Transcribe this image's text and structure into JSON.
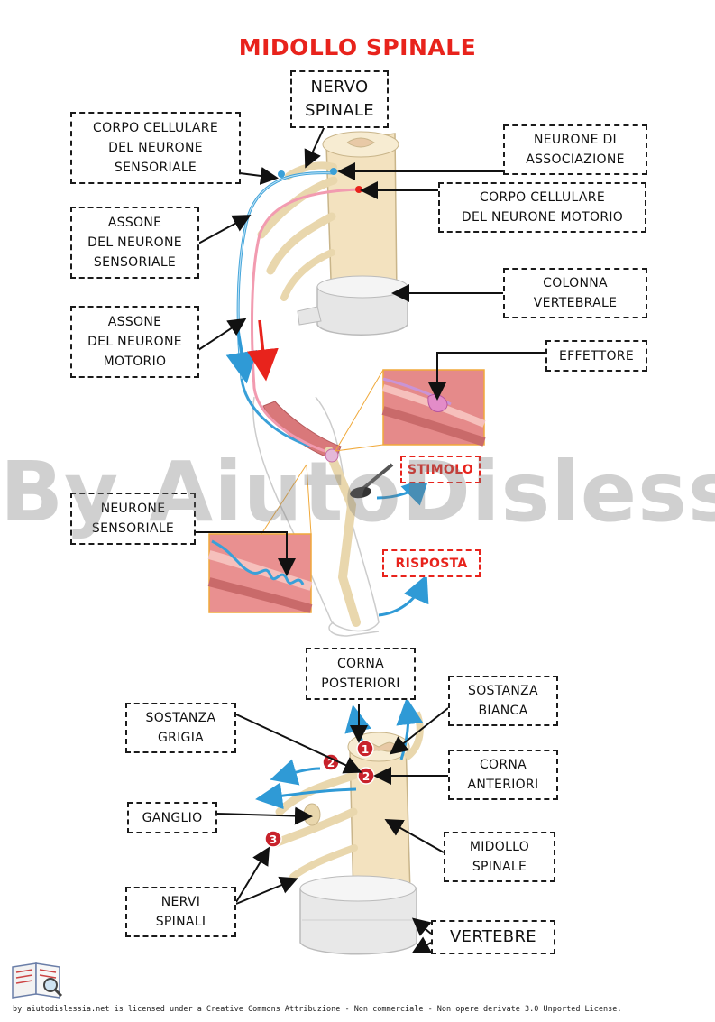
{
  "title": "MIDOLLO SPINALE",
  "labels": {
    "nervo_spinale": "NERVO\nSPINALE",
    "corpo_sensoriale": "CORPO CELLULARE\nDEL NEURONE\nSENSORIALE",
    "neurone_associazione": "NEURONE DI\nASSOCIAZIONE",
    "corpo_motorio": "CORPO CELLULARE\nDEL NEURONE MOTORIO",
    "assone_sensoriale": "ASSONE\nDEL NEURONE\nSENSORIALE",
    "colonna_vertebrale": "COLONNA\nVERTEBRALE",
    "assone_motorio": "ASSONE\nDEL NEURONE\nMOTORIO",
    "effettore": "EFFETTORE",
    "stimolo": "STIMOLO",
    "neurone_sensoriale": "NEURONE\nSENSORIALE",
    "risposta": "RISPOSTA",
    "corna_posteriori": "CORNA\nPOSTERIORI",
    "sostanza_bianca": "SOSTANZA\nBIANCA",
    "sostanza_grigia": "SOSTANZA\nGRIGIA",
    "corna_anteriori": "CORNA\nANTERIORI",
    "ganglio": "GANGLIO",
    "midollo_spinale": "MIDOLLO\nSPINALE",
    "nervi_spinali": "NERVI\nSPINALI",
    "vertebre": "VERTEBRE"
  },
  "markers": [
    "1",
    "2",
    "2",
    "3"
  ],
  "watermark": "By AiutoDislessia.net",
  "license": "by aiutodislessia.net is licensed under a Creative Commons Attribuzione - Non commerciale - Non opere derivate 3.0 Unported License.",
  "colors": {
    "title": "#e8231c",
    "sensory_nerve": "#3aa0d8",
    "motor_nerve": "#e8231c",
    "bone": "#f3e2bf",
    "muscle": "#d9787a",
    "vertebra": "#e4e4e4"
  }
}
